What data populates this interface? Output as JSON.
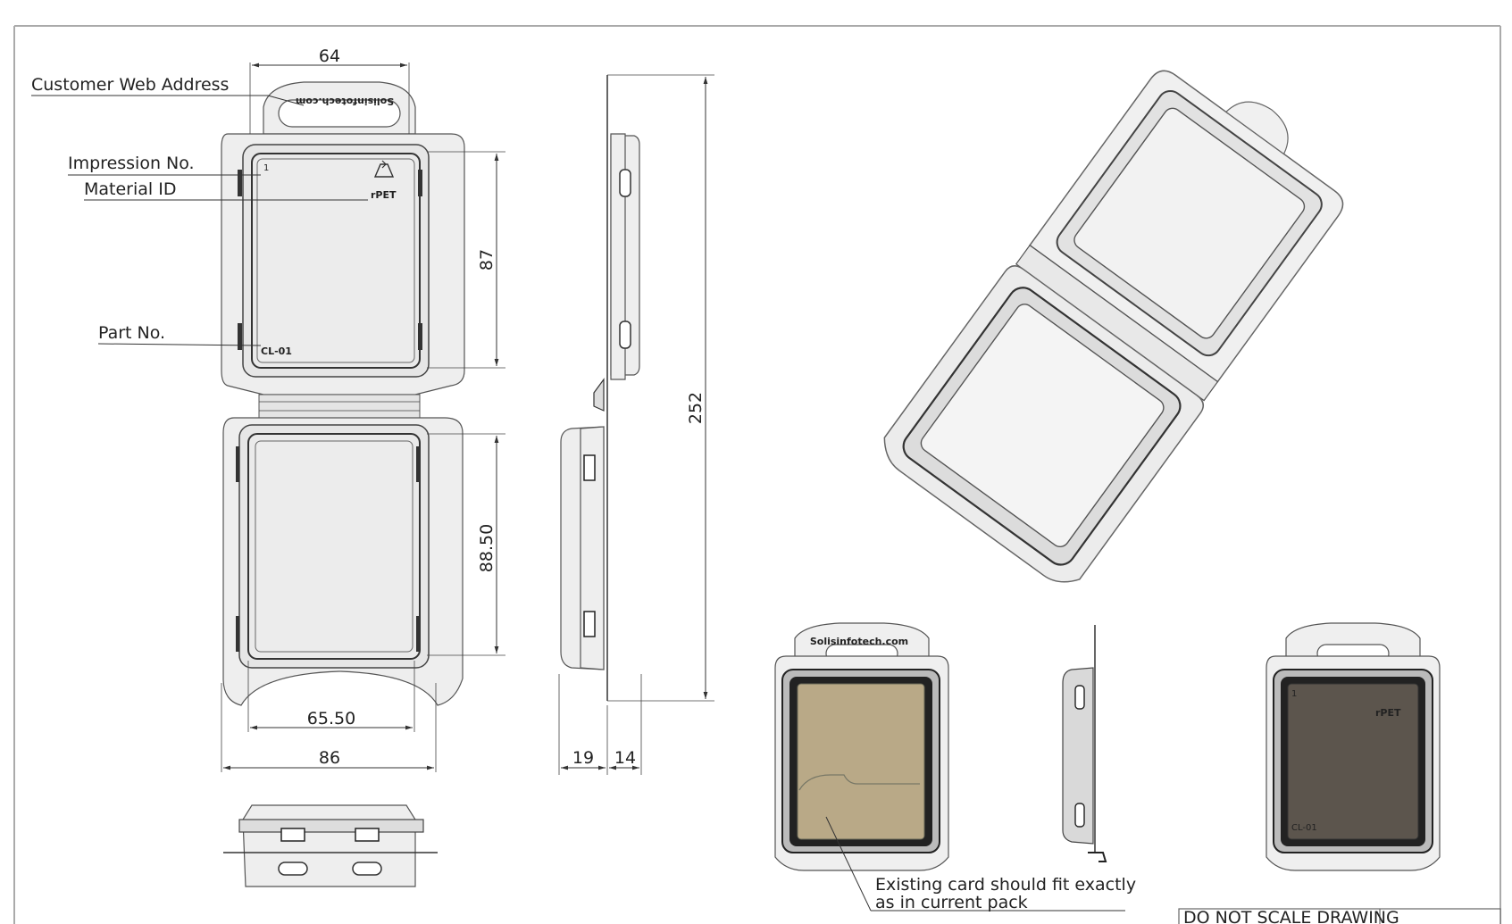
{
  "callouts": {
    "web_address": "Customer Web Address",
    "impression_no": "Impression No.",
    "material_id": "Material ID",
    "part_no": "Part No."
  },
  "dimensions": {
    "top_width": "64",
    "upper_height": "87",
    "lower_height": "88.50",
    "inner_width": "65.50",
    "overall_width": "86",
    "overall_height": "252",
    "depth_lower": "19",
    "depth_upper": "14"
  },
  "part_markings": {
    "web": "Solisinfotech.com",
    "impression": "1",
    "material": "rPET",
    "part": "CL-01"
  },
  "note": {
    "line1": "Existing card should fit exactly",
    "line2": "as in current pack"
  },
  "title_block": {
    "warning": "DO NOT SCALE DRAWING"
  }
}
